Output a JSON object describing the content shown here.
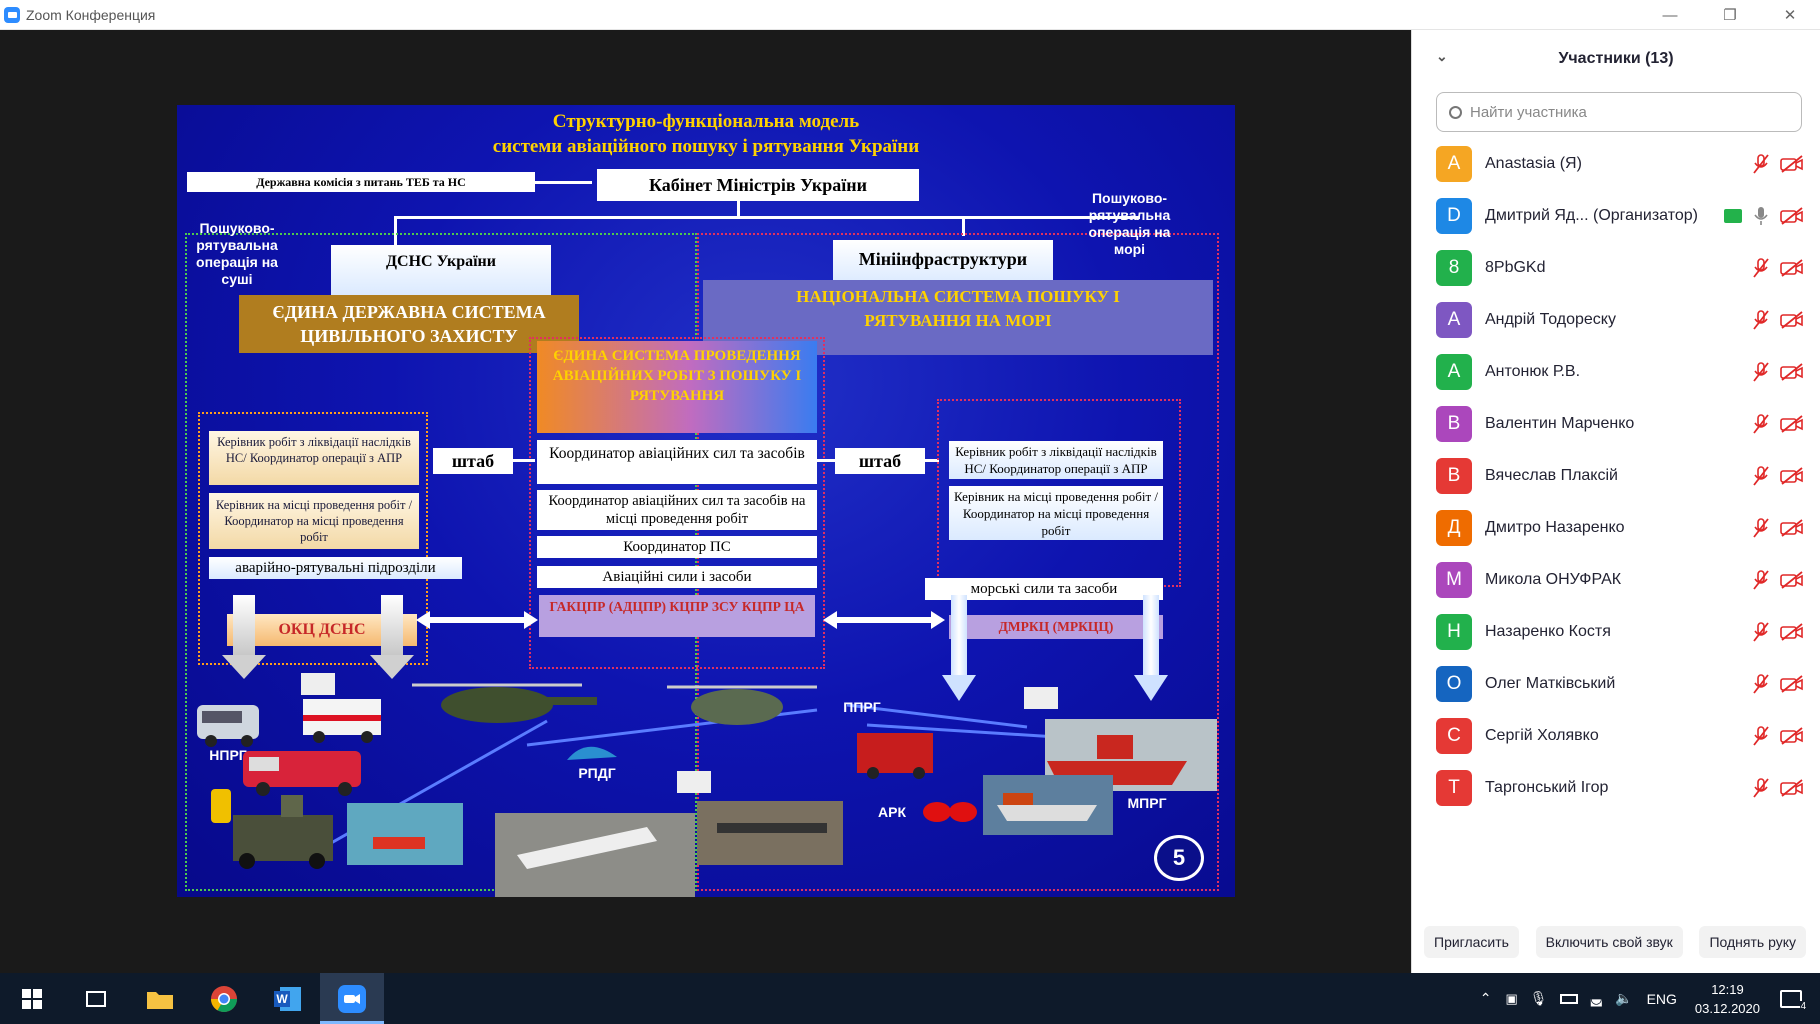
{
  "window": {
    "title": "Zoom Конференция"
  },
  "slide": {
    "title_line1": "Структурно-функціональна модель",
    "title_line2": "системи авіаційного пошуку і рятування України",
    "commission": "Державна комісія з питань ТЕБ та НС",
    "cabinet": "Кабінет Міністрів України",
    "dsns": "ДСНС України",
    "mininfra": "Мініінфраструктури",
    "land_op": "Пошуково-рятувальна операція на суші",
    "sea_op": "Пошуково-рятувальна операція на морі",
    "unified_civil": "ЄДИНА ДЕРЖАВНА СИСТЕМА ЦИВІЛЬНОГО ЗАХИСТУ",
    "national_sea": "НАЦІОНАЛЬНА СИСТЕМА ПОШУКУ І РЯТУВАННЯ НА МОРІ",
    "unified_aviation": "ЄДИНА СИСТЕМА ПРОВЕДЕННЯ АВІАЦІЙНИХ РОБІТ З ПОШУКУ І РЯТУВАННЯ",
    "hq_left": "штаб",
    "hq_right": "штаб",
    "left_leader": "Керівник робіт з ліквідації наслідків НС/ Координатор операції з АПР",
    "left_site_leader": "Керівник на місці проведення робіт / Координатор на місці проведення робіт",
    "left_units": "аварійно-рятувальні підрозділи",
    "okc": "ОКЦ ДСНС",
    "coord_air": "Координатор авіаційних сил та засобів",
    "coord_air_site": "Координатор авіаційних сил та засобів на місці проведення робіт",
    "coord_ps": "Координатор ПС",
    "air_forces": "Авіаційні сили і засоби",
    "gakcip": "ГАКЦПР (АДЦПР) КЦПР ЗСУ КЦПР ЦА",
    "right_leader": "Керівник робіт з ліквідації наслідків НС/ Координатор операції з АПР",
    "right_site_leader": "Керівник на місці проведення робіт / Координатор на місці проведення робіт",
    "sea_forces": "морські сили та засоби",
    "dmrkc": "ДМРКЦ (МРКЦЦ)",
    "nprg": "НПРГ",
    "rpdg": "РПДГ",
    "pprg": "ППРГ",
    "ark": "АРК",
    "mprg": "МПРГ",
    "page_num": "5"
  },
  "panel": {
    "title": "Участники (13)",
    "search_placeholder": "Найти участника",
    "participants": [
      {
        "initial": "A",
        "name": "Anastasia (Я)",
        "color": "#f5a623"
      },
      {
        "initial": "D",
        "name": "Дмитрий Яд...   (Организатор)",
        "color": "#1e88e5"
      },
      {
        "initial": "8",
        "name": "8PbGKd",
        "color": "#22b14c"
      },
      {
        "initial": "А",
        "name": "Андрій Тодореску",
        "color": "#7e57c2"
      },
      {
        "initial": "А",
        "name": "Антонюк Р.В.",
        "color": "#22b14c"
      },
      {
        "initial": "В",
        "name": "Валентин Марченко",
        "color": "#ab47bc"
      },
      {
        "initial": "В",
        "name": "Вячеслав Плаксій",
        "color": "#e53935"
      },
      {
        "initial": "Д",
        "name": "Дмитро Назаренко",
        "color": "#ef6c00"
      },
      {
        "initial": "М",
        "name": "Микола ОНУФРАК",
        "color": "#ab47bc"
      },
      {
        "initial": "Н",
        "name": "Назаренко Костя",
        "color": "#22b14c"
      },
      {
        "initial": "О",
        "name": "Олег Матківський",
        "color": "#1565c0"
      },
      {
        "initial": "С",
        "name": "Сергій Холявко",
        "color": "#e53935"
      },
      {
        "initial": "Т",
        "name": "Таргонський Ігор",
        "color": "#e53935"
      }
    ],
    "invite": "Пригласить",
    "unmute": "Включить свой звук",
    "raise_hand": "Поднять руку"
  },
  "taskbar": {
    "lang": "ENG",
    "time": "12:19",
    "date": "03.12.2020",
    "notif_count": "4"
  }
}
